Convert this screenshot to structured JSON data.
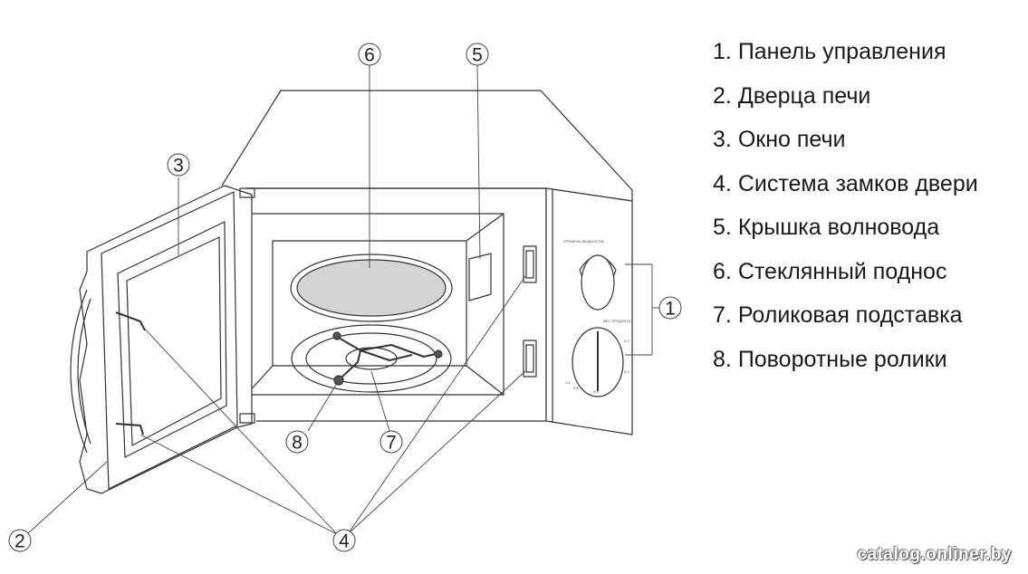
{
  "legend": {
    "items": [
      {
        "num": "1",
        "label": "Панель управления"
      },
      {
        "num": "2",
        "label": "Дверца печи"
      },
      {
        "num": "3",
        "label": "Окно печи"
      },
      {
        "num": "4",
        "label": "Система замков двери"
      },
      {
        "num": "5",
        "label": "Крышка волновода"
      },
      {
        "num": "6",
        "label": "Стеклянный поднос"
      },
      {
        "num": "7",
        "label": "Роликовая подставка"
      },
      {
        "num": "8",
        "label": "Поворотные ролики"
      }
    ]
  },
  "callouts": {
    "c1": "1",
    "c2": "2",
    "c3": "3",
    "c4": "4",
    "c5": "5",
    "c6": "6",
    "c7": "7",
    "c8": "8"
  },
  "panel": {
    "power_label": "УРОВЕНЬ МОЩНОСТИ",
    "time_label": "ВЕС ПРОДУКТА",
    "scale": [
      "0.2",
      "0.4",
      "0.6",
      "0.8",
      "1.0"
    ]
  },
  "watermark": "catalog.onliner.by"
}
